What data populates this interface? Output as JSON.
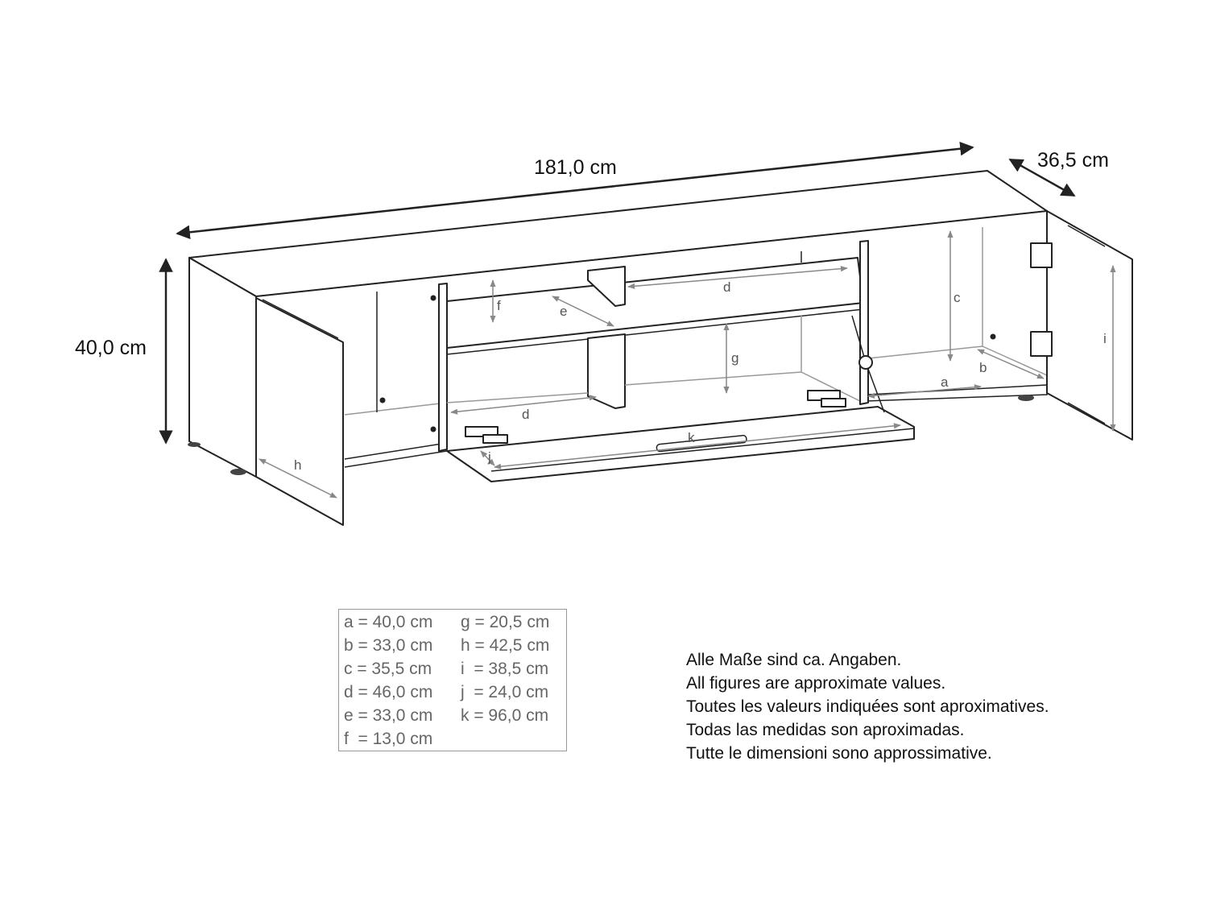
{
  "dimensions": {
    "width": "181,0 cm",
    "depth": "36,5 cm",
    "height": "40,0 cm"
  },
  "part_labels": {
    "a": "a",
    "b": "b",
    "c": "c",
    "d": "d",
    "e": "e",
    "f": "f",
    "g": "g",
    "h": "h",
    "i": "i",
    "j": "j",
    "k": "k"
  },
  "legend": {
    "left": [
      "a = 40,0 cm",
      "b = 33,0 cm",
      "c = 35,5 cm",
      "d = 46,0 cm",
      "e = 33,0 cm",
      "f  = 13,0 cm"
    ],
    "right": [
      "g = 20,5 cm",
      "h = 42,5 cm",
      "i  = 38,5 cm",
      "j  = 24,0 cm",
      "k = 96,0 cm"
    ]
  },
  "notes": [
    "Alle Maße sind ca. Angaben.",
    "All figures are approximate values.",
    "Toutes les valeurs indiquées sont aproximatives.",
    "Todas las medidas son aproximadas.",
    "Tutte le dimensioni sono approssimative."
  ]
}
